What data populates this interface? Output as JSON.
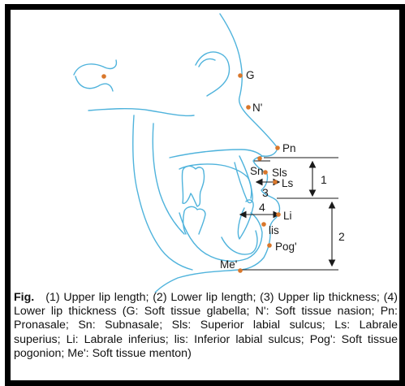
{
  "colors": {
    "profile_line": "#4fb3dc",
    "landmark_dot": "#d9772b",
    "measure_line": "#1a1a1a",
    "frame": "#000000",
    "text": "#111111"
  },
  "landmarks": {
    "G": "G",
    "N_prime": "N'",
    "Pn": "Pn",
    "Sn": "Sn",
    "Sls": "Sls",
    "Ls": "Ls",
    "Li": "Li",
    "lis": "lis",
    "Pog_prime": "Pog'",
    "Me_prime": "Me'"
  },
  "measurements": {
    "m1": "1",
    "m2": "2",
    "m3": "3",
    "m4": "4"
  },
  "caption": {
    "label": "Fig.",
    "text": "(1) Upper lip length; (2) Lower lip length; (3) Upper lip thickness; (4) Lower lip thickness (G: Soft tissue glabella; N': Soft tissue nasion; Pn: Pronasale; Sn: Subnasale; Sls: Superior labial sulcus; Ls: Labrale superius; Li: Labrale inferius; lis: Inferior labial sulcus; Pog': Soft tissue pogonion; Me': Soft tissue menton)"
  }
}
